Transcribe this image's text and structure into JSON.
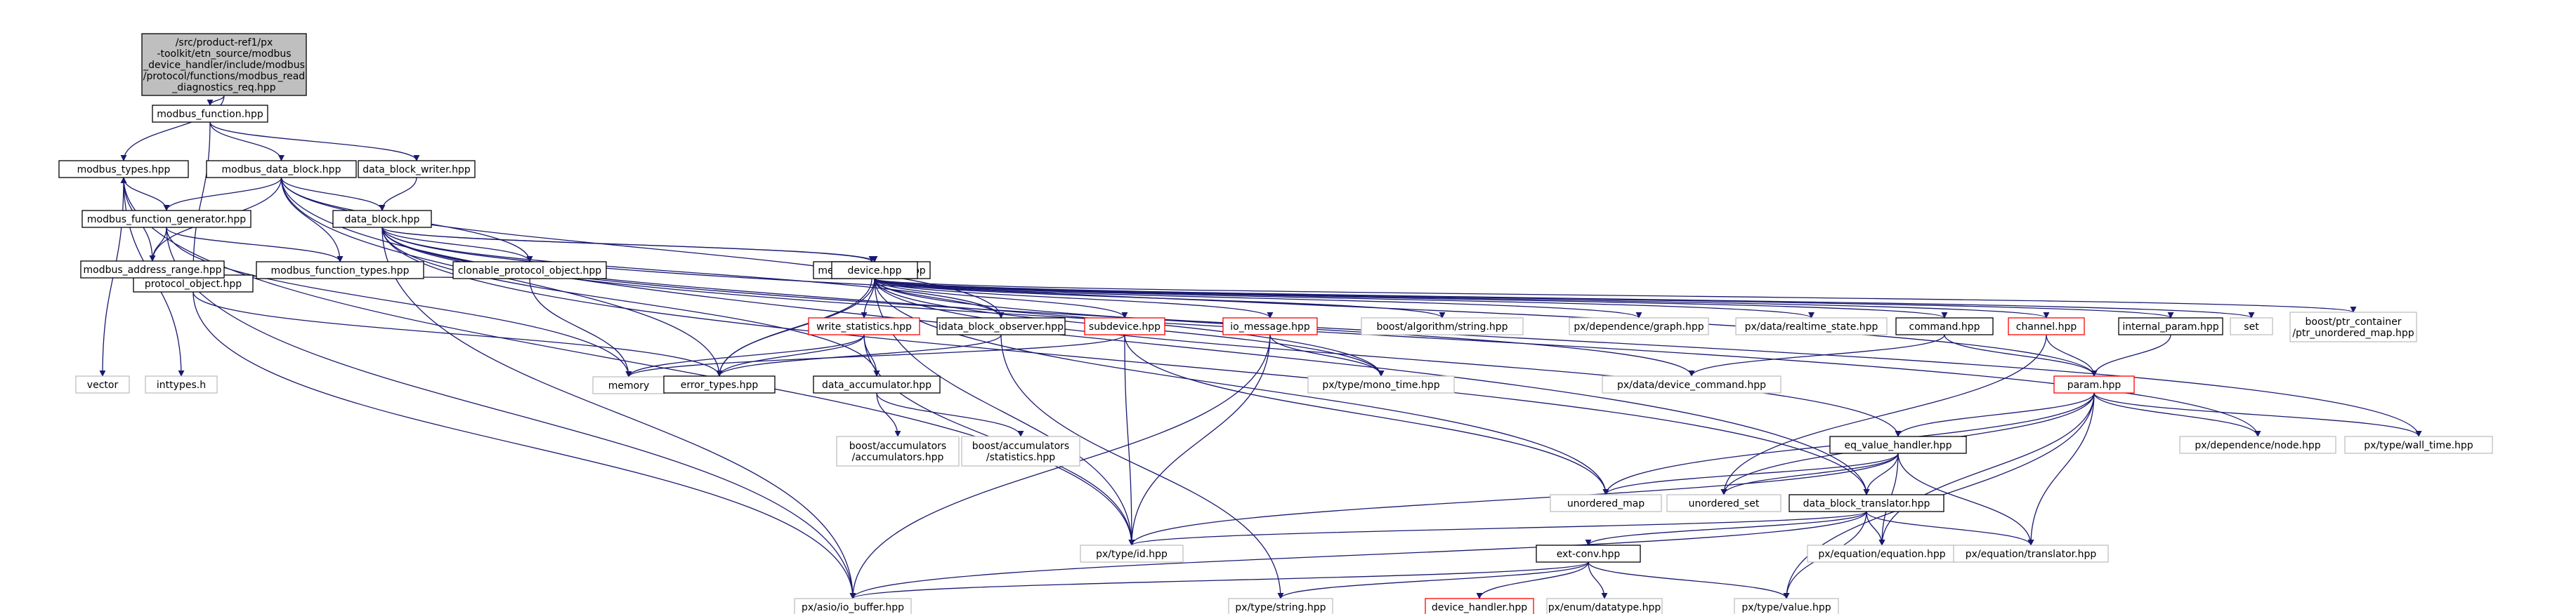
{
  "graph": {
    "edge_color": "#191970",
    "root": {
      "id": "root",
      "lines": [
        "/src/product-ref1/px",
        "-toolkit/etn_source/modbus",
        "_device_handler/include/modbus",
        "/protocol/functions/modbus_read",
        "_diagnostics_req.hpp"
      ]
    },
    "nodes": [
      {
        "id": "modbus_function",
        "label": "modbus_function.hpp",
        "style": "black"
      },
      {
        "id": "modbus_types",
        "label": "modbus_types.hpp",
        "style": "black"
      },
      {
        "id": "modbus_data_block",
        "label": "modbus_data_block.hpp",
        "style": "black"
      },
      {
        "id": "protocol_object",
        "label": "protocol_object.hpp",
        "style": "black"
      },
      {
        "id": "data_block_writer",
        "label": "data_block_writer.hpp",
        "style": "black"
      },
      {
        "id": "data_block",
        "label": "data_block.hpp",
        "style": "black"
      },
      {
        "id": "modbus_function_generator",
        "label": "modbus_function_generator.hpp",
        "style": "black"
      },
      {
        "id": "modbus_function_types",
        "label": "modbus_function_types.hpp",
        "style": "black"
      },
      {
        "id": "modbus_address_range",
        "label": "modbus_address_range.hpp",
        "style": "black"
      },
      {
        "id": "clonable_protocol_object",
        "label": "clonable_protocol_object.hpp",
        "style": "black"
      },
      {
        "id": "message_handler",
        "label": "message_handler.hpp",
        "style": "black"
      },
      {
        "id": "idata_block_observer",
        "label": "idata_block_observer.hpp",
        "style": "black"
      },
      {
        "id": "device",
        "label": "device.hpp",
        "style": "black"
      },
      {
        "id": "write_statistics",
        "label": "write_statistics.hpp",
        "style": "red"
      },
      {
        "id": "subdevice",
        "label": "subdevice.hpp",
        "style": "red"
      },
      {
        "id": "io_message",
        "label": "io_message.hpp",
        "style": "red"
      },
      {
        "id": "boost_alg_string",
        "label": "boost/algorithm/string.hpp",
        "style": "gray"
      },
      {
        "id": "px_dep_graph",
        "label": "px/dependence/graph.hpp",
        "style": "gray"
      },
      {
        "id": "px_realtime_state",
        "label": "px/data/realtime_state.hpp",
        "style": "gray"
      },
      {
        "id": "command",
        "label": "command.hpp",
        "style": "black"
      },
      {
        "id": "channel",
        "label": "channel.hpp",
        "style": "red"
      },
      {
        "id": "internal_param",
        "label": "internal_param.hpp",
        "style": "black"
      },
      {
        "id": "set",
        "label": "set",
        "style": "gray"
      },
      {
        "id": "boost_ptr_container",
        "lines": [
          "boost/ptr_container",
          "/ptr_unordered_map.hpp"
        ],
        "style": "gray"
      },
      {
        "id": "vector",
        "label": "vector",
        "style": "gray"
      },
      {
        "id": "inttypes",
        "label": "inttypes.h",
        "style": "gray"
      },
      {
        "id": "memory",
        "label": "memory",
        "style": "gray"
      },
      {
        "id": "error_types",
        "label": "error_types.hpp",
        "style": "black"
      },
      {
        "id": "data_accumulator",
        "label": "data_accumulator.hpp",
        "style": "black"
      },
      {
        "id": "px_mono_time",
        "label": "px/type/mono_time.hpp",
        "style": "gray"
      },
      {
        "id": "px_device_command",
        "label": "px/data/device_command.hpp",
        "style": "gray"
      },
      {
        "id": "param",
        "label": "param.hpp",
        "style": "red"
      },
      {
        "id": "boost_acc_acc",
        "lines": [
          "boost/accumulators",
          "/accumulators.hpp"
        ],
        "style": "gray"
      },
      {
        "id": "boost_acc_stat",
        "lines": [
          "boost/accumulators",
          "/statistics.hpp"
        ],
        "style": "gray"
      },
      {
        "id": "eq_value_handler",
        "label": "eq_value_handler.hpp",
        "style": "black"
      },
      {
        "id": "px_dep_node",
        "label": "px/dependence/node.hpp",
        "style": "gray"
      },
      {
        "id": "px_wall_time",
        "label": "px/type/wall_time.hpp",
        "style": "gray"
      },
      {
        "id": "unordered_map",
        "label": "unordered_map",
        "style": "gray"
      },
      {
        "id": "unordered_set",
        "label": "unordered_set",
        "style": "gray"
      },
      {
        "id": "data_block_translator",
        "label": "data_block_translator.hpp",
        "style": "black"
      },
      {
        "id": "px_id",
        "label": "px/type/id.hpp",
        "style": "gray"
      },
      {
        "id": "px_equation",
        "label": "px/equation/equation.hpp",
        "style": "gray"
      },
      {
        "id": "px_translator",
        "label": "px/equation/translator.hpp",
        "style": "gray"
      },
      {
        "id": "ext_conv",
        "label": "ext-conv.hpp",
        "style": "black"
      },
      {
        "id": "px_io_buffer",
        "label": "px/asio/io_buffer.hpp",
        "style": "gray"
      },
      {
        "id": "px_string",
        "label": "px/type/string.hpp",
        "style": "gray"
      },
      {
        "id": "device_handler",
        "label": "device_handler.hpp",
        "style": "red"
      },
      {
        "id": "px_datatype",
        "label": "px/enum/datatype.hpp",
        "style": "gray"
      },
      {
        "id": "px_value",
        "label": "px/type/value.hpp",
        "style": "gray"
      }
    ],
    "edges": [
      [
        "root",
        "modbus_function"
      ],
      [
        "root",
        "modbus_types"
      ],
      [
        "modbus_function",
        "modbus_data_block"
      ],
      [
        "modbus_function",
        "protocol_object"
      ],
      [
        "modbus_function",
        "data_block_writer"
      ],
      [
        "modbus_data_block",
        "modbus_function_generator"
      ],
      [
        "modbus_data_block",
        "modbus_address_range"
      ],
      [
        "modbus_data_block",
        "modbus_function_types"
      ],
      [
        "modbus_data_block",
        "clonable_protocol_object"
      ],
      [
        "modbus_data_block",
        "error_types"
      ],
      [
        "modbus_data_block",
        "data_block"
      ],
      [
        "modbus_data_block",
        "idata_block_observer"
      ],
      [
        "modbus_data_block",
        "data_block_translator"
      ],
      [
        "data_block_writer",
        "data_block"
      ],
      [
        "modbus_function_generator",
        "modbus_address_range"
      ],
      [
        "modbus_function_generator",
        "modbus_function_types"
      ],
      [
        "modbus_function_generator",
        "modbus_types"
      ],
      [
        "modbus_function_generator",
        "memory"
      ],
      [
        "modbus_function_generator",
        "px_io_buffer"
      ],
      [
        "modbus_address_range",
        "modbus_types"
      ],
      [
        "modbus_types",
        "vector"
      ],
      [
        "modbus_types",
        "inttypes"
      ],
      [
        "modbus_types",
        "px_id"
      ],
      [
        "data_block",
        "clonable_protocol_object"
      ],
      [
        "data_block",
        "message_handler"
      ],
      [
        "data_block",
        "idata_block_observer"
      ],
      [
        "data_block",
        "device"
      ],
      [
        "data_block",
        "data_accumulator"
      ],
      [
        "data_block",
        "px_mono_time"
      ],
      [
        "data_block",
        "param"
      ],
      [
        "data_block",
        "px_dep_node"
      ],
      [
        "data_block",
        "px_wall_time"
      ],
      [
        "data_block",
        "data_block_translator"
      ],
      [
        "data_block",
        "px_io_buffer"
      ],
      [
        "clonable_protocol_object",
        "protocol_object"
      ],
      [
        "clonable_protocol_object",
        "memory"
      ],
      [
        "protocol_object",
        "error_types"
      ],
      [
        "protocol_object",
        "px_io_buffer"
      ],
      [
        "message_handler",
        "error_types"
      ],
      [
        "idata_block_observer",
        "error_types"
      ],
      [
        "idata_block_observer",
        "px_string"
      ],
      [
        "device",
        "write_statistics"
      ],
      [
        "device",
        "idata_block_observer"
      ],
      [
        "device",
        "subdevice"
      ],
      [
        "device",
        "io_message"
      ],
      [
        "device",
        "boost_alg_string"
      ],
      [
        "device",
        "px_dep_graph"
      ],
      [
        "device",
        "px_realtime_state"
      ],
      [
        "device",
        "command"
      ],
      [
        "device",
        "channel"
      ],
      [
        "device",
        "internal_param"
      ],
      [
        "device",
        "set"
      ],
      [
        "device",
        "boost_ptr_container"
      ],
      [
        "device",
        "error_types"
      ],
      [
        "device",
        "px_mono_time"
      ],
      [
        "device",
        "px_device_command"
      ],
      [
        "device",
        "unordered_map"
      ],
      [
        "device",
        "eq_value_handler"
      ],
      [
        "device",
        "px_id"
      ],
      [
        "write_statistics",
        "error_types"
      ],
      [
        "write_statistics",
        "data_accumulator"
      ],
      [
        "write_statistics",
        "memory"
      ],
      [
        "write_statistics",
        "px_id"
      ],
      [
        "subdevice",
        "memory"
      ],
      [
        "subdevice",
        "px_id"
      ],
      [
        "subdevice",
        "unordered_map"
      ],
      [
        "io_message",
        "px_mono_time"
      ],
      [
        "io_message",
        "px_id"
      ],
      [
        "io_message",
        "px_io_buffer"
      ],
      [
        "command",
        "param"
      ],
      [
        "command",
        "px_device_command"
      ],
      [
        "channel",
        "param"
      ],
      [
        "channel",
        "unordered_set"
      ],
      [
        "internal_param",
        "param"
      ],
      [
        "data_accumulator",
        "boost_acc_acc"
      ],
      [
        "data_accumulator",
        "boost_acc_stat"
      ],
      [
        "param",
        "eq_value_handler"
      ],
      [
        "param",
        "px_dep_node"
      ],
      [
        "param",
        "px_wall_time"
      ],
      [
        "param",
        "unordered_map"
      ],
      [
        "param",
        "unordered_set"
      ],
      [
        "param",
        "px_equation"
      ],
      [
        "param",
        "px_translator"
      ],
      [
        "param",
        "px_value"
      ],
      [
        "eq_value_handler",
        "unordered_map"
      ],
      [
        "eq_value_handler",
        "unordered_set"
      ],
      [
        "eq_value_handler",
        "data_block_translator"
      ],
      [
        "eq_value_handler",
        "px_equation"
      ],
      [
        "eq_value_handler",
        "px_translator"
      ],
      [
        "eq_value_handler",
        "px_id"
      ],
      [
        "data_block_translator",
        "px_id"
      ],
      [
        "data_block_translator",
        "px_equation"
      ],
      [
        "data_block_translator",
        "px_translator"
      ],
      [
        "data_block_translator",
        "ext_conv"
      ],
      [
        "data_block_translator",
        "px_value"
      ],
      [
        "data_block_translator",
        "px_io_buffer"
      ],
      [
        "ext_conv",
        "px_io_buffer"
      ],
      [
        "ext_conv",
        "px_string"
      ],
      [
        "ext_conv",
        "device_handler"
      ],
      [
        "ext_conv",
        "px_datatype"
      ],
      [
        "ext_conv",
        "px_value"
      ]
    ]
  }
}
